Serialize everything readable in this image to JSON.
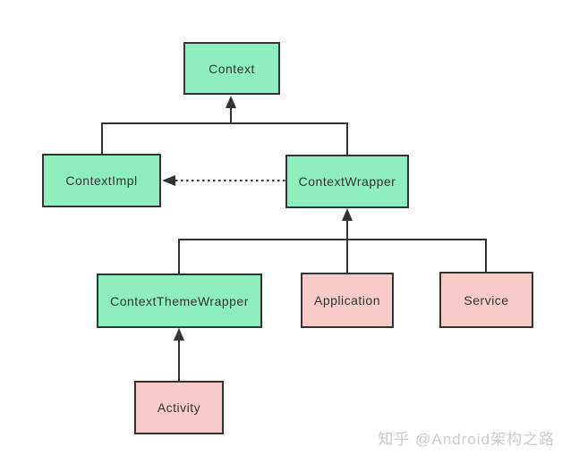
{
  "diagram": {
    "nodes": [
      {
        "label": "Context",
        "color": "green"
      },
      {
        "label": "ContextImpl",
        "color": "green"
      },
      {
        "label": "ContextWrapper",
        "color": "green"
      },
      {
        "label": "ContextThemeWrapper",
        "color": "green"
      },
      {
        "label": "Application",
        "color": "pink"
      },
      {
        "label": "Service",
        "color": "pink"
      },
      {
        "label": "Activity",
        "color": "pink"
      }
    ],
    "edges": [
      {
        "from": "ContextImpl",
        "to": "Context",
        "style": "solid-arrow"
      },
      {
        "from": "ContextWrapper",
        "to": "Context",
        "style": "solid-arrow"
      },
      {
        "from": "ContextWrapper",
        "to": "ContextImpl",
        "style": "dashed-arrow"
      },
      {
        "from": "ContextThemeWrapper",
        "to": "ContextWrapper",
        "style": "solid-arrow"
      },
      {
        "from": "Application",
        "to": "ContextWrapper",
        "style": "solid-arrow"
      },
      {
        "from": "Service",
        "to": "ContextWrapper",
        "style": "solid-arrow"
      },
      {
        "from": "Activity",
        "to": "ContextThemeWrapper",
        "style": "solid-arrow"
      }
    ],
    "colors": {
      "node_green": "#8feec0",
      "node_pink": "#f9caca",
      "border": "#333333",
      "line": "#333333",
      "text": "#333333",
      "background": "#ffffff",
      "watermark": "#cccccc"
    }
  },
  "watermark": {
    "text": "知乎 @Android架构之路"
  }
}
